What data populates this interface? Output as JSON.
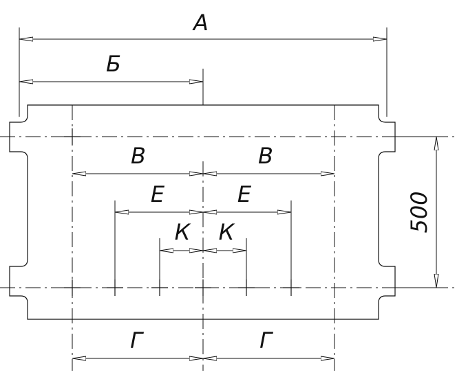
{
  "labels": {
    "a": "А",
    "b": "Б",
    "v": "В",
    "g": "Г",
    "e": "Е",
    "k": "К",
    "height": "500"
  }
}
